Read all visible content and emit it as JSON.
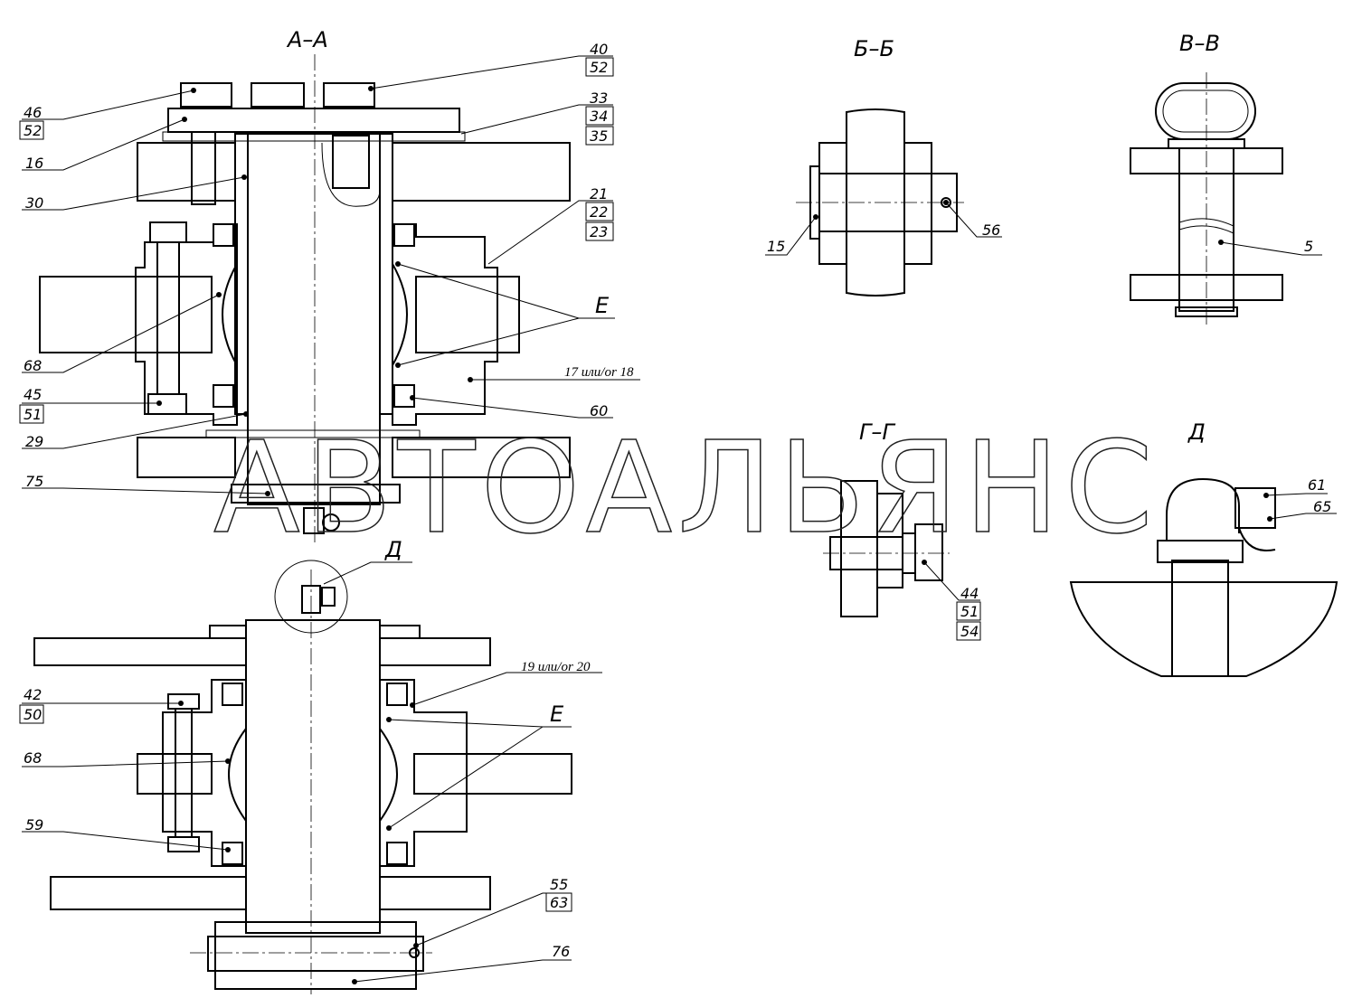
{
  "sections": {
    "aa": "А–А",
    "bb": "Б–Б",
    "vv": "В–В",
    "gg": "Г–Г",
    "d_view": "Д",
    "d_callout": "Д"
  },
  "labels": {
    "l46": "46",
    "l52a": "52",
    "l16": "16",
    "l30": "30",
    "l40": "40",
    "l52b": "52",
    "l33": "33",
    "l34": "34",
    "l35": "35",
    "l21": "21",
    "l22": "22",
    "l23": "23",
    "lE1": "Е",
    "l68a": "68",
    "l17": "17 или/or 18",
    "l45": "45",
    "l51a": "51",
    "l60": "60",
    "l29": "29",
    "l75": "75",
    "l15": "15",
    "l56": "56",
    "l5": "5",
    "l44": "44",
    "l51b": "51",
    "l54": "54",
    "l61": "61",
    "l65": "65",
    "l19": "19 или/or 20",
    "lE2": "Е",
    "l42": "42",
    "l50": "50",
    "l68b": "68",
    "l59": "59",
    "l55": "55",
    "l63": "63",
    "l76": "76"
  },
  "watermark": "АВТОАЛЬЯНС"
}
